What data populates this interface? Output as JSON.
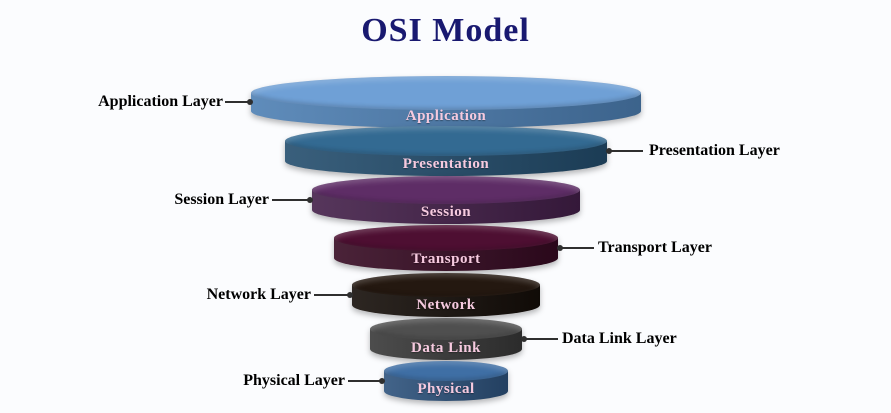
{
  "title": "OSI Model",
  "title_color": "#191970",
  "connector_color": "#2f2f2f",
  "layers": [
    {
      "name": "Application",
      "label": "Application Layer",
      "side": "left",
      "color_top": "#6fa0d6",
      "color_body": "#4d7fb3",
      "text_color": "#f6cadf"
    },
    {
      "name": "Presentation",
      "label": "Presentation Layer",
      "side": "right",
      "color_top": "#336a92",
      "color_body": "#234d6d",
      "text_color": "#f6cadf"
    },
    {
      "name": "Session",
      "label": "Session Layer",
      "side": "left",
      "color_top": "#5e2d66",
      "color_body": "#431f49",
      "text_color": "#f6cadf"
    },
    {
      "name": "Transport",
      "label": "Transport Layer",
      "side": "right",
      "color_top": "#4e0f32",
      "color_body": "#360a22",
      "text_color": "#f6cadf"
    },
    {
      "name": "Network",
      "label": "Network Layer",
      "side": "left",
      "color_top": "#241810",
      "color_body": "#150e09",
      "text_color": "#f6cadf"
    },
    {
      "name": "Data Link",
      "label": "Data Link Layer",
      "side": "right",
      "color_top": "#4f4f4f",
      "color_body": "#383838",
      "text_color": "#f6cadf"
    },
    {
      "name": "Physical",
      "label": "Physical Layer",
      "side": "left",
      "color_top": "#3f6fa5",
      "color_body": "#2d527c",
      "text_color": "#f6cadf"
    }
  ]
}
